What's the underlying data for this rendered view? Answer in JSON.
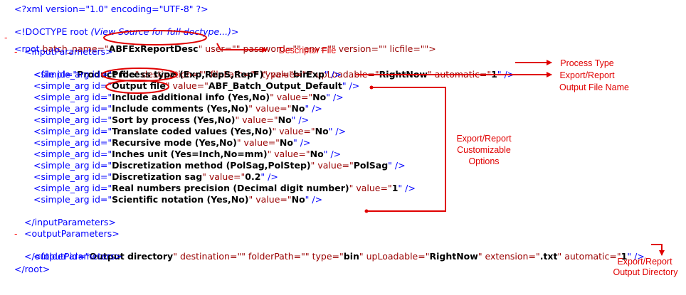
{
  "xml": {
    "decl": "<?xml version=\"1.0\" encoding=\"UTF-8\" ?>",
    "doctype_prefix": "<!DOCTYPE root ",
    "doctype_link": "(View Source for full doctype...)",
    "doctype_suffix": ">",
    "root": {
      "open": "<root ",
      "attr1": "batch_name=\"",
      "batch_name": "ABFExReportDesc",
      "attr_rest": "\" user=\"\" password=\"\" env=\"\" version=\"\" licfile=\"\">",
      "close": "</root>"
    },
    "input_open": "<inputParameters>",
    "input_close": "</inputParameters>",
    "file_line": {
      "pre": "<file id=\"",
      "id": "Product file",
      "mid": "\" destination=\"\" filePath=\"\" type=\"",
      "type": "bin",
      "mid2": "\" upLoadable=\"",
      "upload": "RightNow",
      "mid3": "\" automatic=\"",
      "automatic": "1",
      "end": "\" />"
    },
    "args": [
      {
        "id": "Process type (Exp,RepS,RepF)",
        "value": "Exp"
      },
      {
        "id": "Output file",
        "value": "ABF_Batch_Output_Default"
      },
      {
        "id": "Include additional info (Yes,No)",
        "value": "No"
      },
      {
        "id": "Include comments (Yes,No)",
        "value": "No"
      },
      {
        "id": "Sort by process (Yes,No)",
        "value": "No"
      },
      {
        "id": "Translate coded values (Yes,No)",
        "value": "No"
      },
      {
        "id": "Recursive mode (Yes,No)",
        "value": "No"
      },
      {
        "id": "Inches unit (Yes=Inch,No=mm)",
        "value": "No"
      },
      {
        "id": "Discretization method (PolSag,PolStep)",
        "value": "PolSag"
      },
      {
        "id": "Discretization sag",
        "value": "0.2"
      },
      {
        "id": "Real numbers precision (Decimal digit number)",
        "value": "1"
      },
      {
        "id": "Scientific notation (Yes,No)",
        "value": "No"
      }
    ],
    "arg_tag": "<simple_arg id=\"",
    "arg_mid": "\" value=\"",
    "arg_end": "\" />",
    "output_open": "<outputParameters>",
    "output_close": "</outputParameters>",
    "folder_line": {
      "pre": "<folder id=\"",
      "id": "Output directory",
      "mid": "\" destination=\"\" folderPath=\"\" type=\"",
      "type": "bin",
      "mid2": "\" upLoadable=\"",
      "upload": "RightNow",
      "mid3": "\" extension=\"",
      "extension": ".txt",
      "mid4": "\" automatic=\"",
      "automatic": "1",
      "end": "\" />"
    },
    "collapse_symbol": "-"
  },
  "annotations": {
    "descriptor": "Descriptor File",
    "process_type": "Process Type",
    "export_report_1": "Export/Report",
    "output_file_name": "Output File Name",
    "custom_1": "Export/Report",
    "custom_2": "Customizable",
    "custom_3": "Options",
    "export_report_2": "Export/Report",
    "output_directory": "Output Directory"
  },
  "colors": {
    "markup": "#0000ff",
    "attr_name": "#990000",
    "value": "#000000",
    "annotation": "#e00000"
  }
}
